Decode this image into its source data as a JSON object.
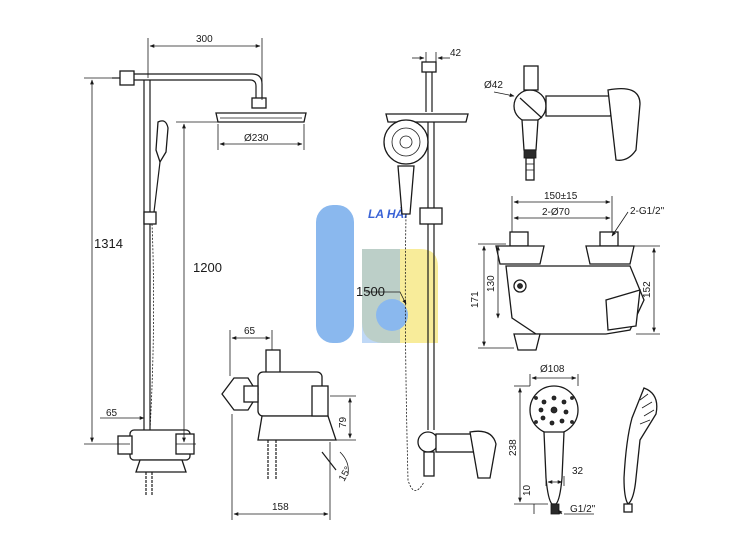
{
  "colors": {
    "line": "#1a1a1a",
    "logo_blue": "#8ab8ee",
    "logo_yellow": "#f8ec9a",
    "logo_text": "#3a63d6"
  },
  "logo": {
    "text": "LA HẢI"
  },
  "dimensions": {
    "d300": "300",
    "d1314": "1314",
    "d1200": "1200",
    "d65_left": "65",
    "d230": "Ø230",
    "d65_mid": "65",
    "d79": "79",
    "d15deg": "15°",
    "d158": "158",
    "d42": "42",
    "d1500": "1500",
    "d42_dia": "Ø42",
    "d150": "150±15",
    "d70": "2-Ø70",
    "d_g12_top": "2-G1/2\"",
    "d171": "171",
    "d130": "130",
    "d152": "152",
    "d108": "Ø108",
    "d238": "238",
    "d32": "32",
    "d10": "10",
    "d_g12_bottom": "G1/2\""
  }
}
